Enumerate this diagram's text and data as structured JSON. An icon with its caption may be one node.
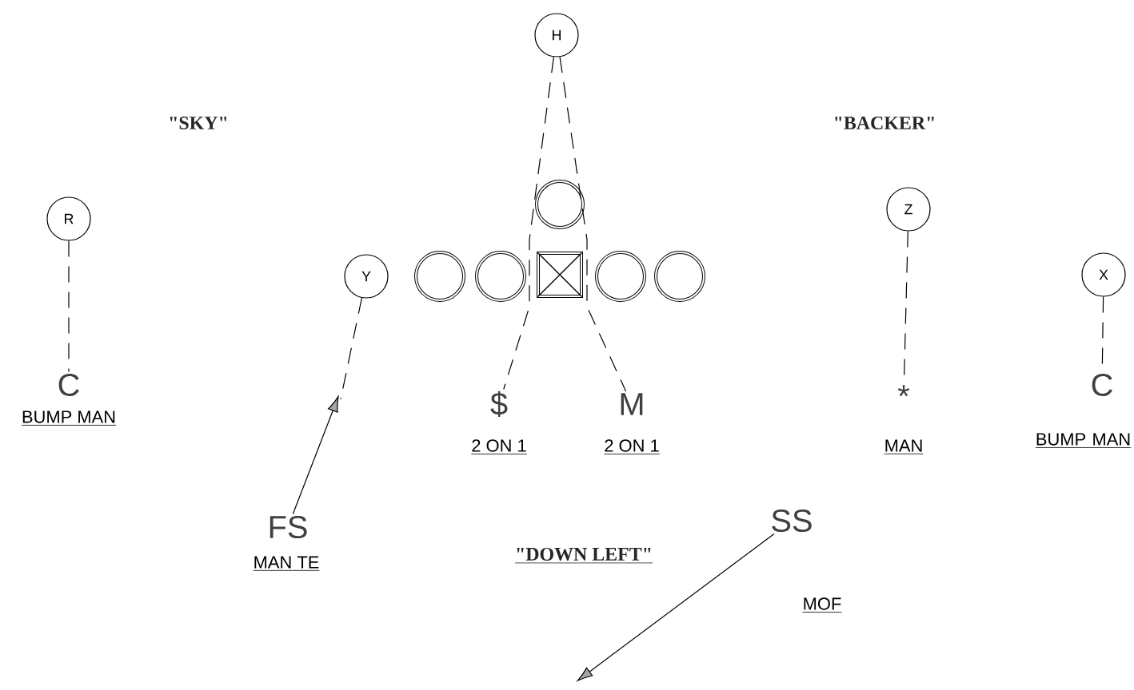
{
  "diagram": {
    "nodes": [
      {
        "text": [
          "H"
        ]
      },
      {
        "text": [
          "R"
        ]
      },
      {
        "text": [
          "Z"
        ]
      },
      {
        "text": [
          "X"
        ]
      },
      {
        "text": [],
        "shape": "circle"
      },
      {
        "text": [
          "Y"
        ]
      },
      {
        "text": [],
        "shape": "circle"
      },
      {
        "text": [],
        "shape": "circle"
      },
      {
        "text": [],
        "shape": "box"
      },
      {
        "text": [],
        "shape": "circle"
      },
      {
        "text": [],
        "shape": "circle"
      },
      {
        "text": [
          "C"
        ],
        "beside": [
          "BUMP MAN"
        ]
      },
      {
        "text": [
          "$"
        ],
        "beside": [
          "2 ON 1"
        ]
      },
      {
        "text": [
          "M"
        ],
        "beside": [
          "2 ON 1"
        ]
      },
      {
        "text": [
          "*"
        ],
        "beside": [
          "MAN"
        ]
      },
      {
        "text": [
          "C"
        ],
        "beside": [
          "BUMP MAN"
        ]
      },
      {
        "text": [
          "FS"
        ],
        "beside": [
          "MAN TE"
        ]
      },
      {
        "text": [
          "SS"
        ],
        "beside": [
          "MOF"
        ]
      }
    ],
    "edges": [
      {
        "from": 1,
        "to": 11,
        "arrow": "none",
        "style": "dashed"
      },
      {
        "from": 0,
        "to": 12,
        "arrow": "none",
        "style": "dashed"
      },
      {
        "from": 0,
        "to": 13,
        "arrow": "none",
        "style": "dashed"
      },
      {
        "from": 2,
        "to": 14,
        "arrow": "none",
        "style": "dashed"
      },
      {
        "from": 3,
        "to": 15,
        "arrow": "none",
        "style": "dashed"
      },
      {
        "from": 16,
        "to": null,
        "arrow": "to"
      },
      {
        "from": 5,
        "to": null,
        "arrow": "none",
        "style": "dashed"
      },
      {
        "from": 17,
        "to": null,
        "arrow": "to"
      }
    ],
    "labels": [
      "\"SKY\"",
      "\"BACKER\"",
      "\"DOWN LEFT\""
    ]
  }
}
